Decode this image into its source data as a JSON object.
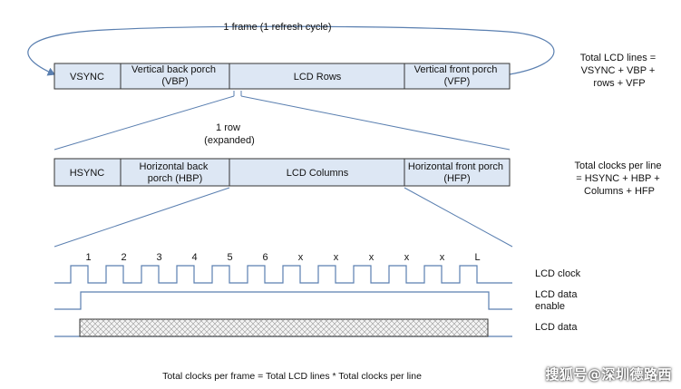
{
  "frame": {
    "caption": "1 frame (1 refresh cycle)",
    "segments": [
      {
        "lines": [
          "VSYNC"
        ]
      },
      {
        "lines": [
          "Vertical back porch",
          "(VBP)"
        ]
      },
      {
        "lines": [
          "LCD Rows"
        ]
      },
      {
        "lines": [
          "Vertical front porch",
          "(VFP)"
        ]
      }
    ],
    "note_lines": [
      "Total LCD lines =",
      "VSYNC + VBP +",
      "rows + VFP"
    ]
  },
  "row": {
    "caption_lines": [
      "1 row",
      "(expanded)"
    ],
    "segments": [
      {
        "lines": [
          "HSYNC"
        ]
      },
      {
        "lines": [
          "Horizontal back",
          "porch (HBP)"
        ]
      },
      {
        "lines": [
          "LCD Columns"
        ]
      },
      {
        "lines": [
          "Horizontal front porch",
          "(HFP)"
        ]
      }
    ],
    "note_lines": [
      "Total clocks per line",
      "= HSYNC + HBP +",
      "Columns + HFP"
    ]
  },
  "timing": {
    "clock_numbers": [
      "1",
      "2",
      "3",
      "4",
      "5",
      "6",
      "x",
      "x",
      "x",
      "x",
      "x",
      "L"
    ],
    "signals": [
      {
        "lines": [
          "LCD clock"
        ]
      },
      {
        "lines": [
          "LCD data",
          "enable"
        ]
      },
      {
        "lines": [
          "LCD data"
        ]
      }
    ]
  },
  "footer": "Total clocks per frame = Total LCD lines * Total clocks per line",
  "watermark": "搜狐号@深圳德路西",
  "colors": {
    "segment_fill": "#dde7f4",
    "segment_border": "#333333",
    "line": "#5a7fb0",
    "hatch": "#8a8a8a"
  }
}
